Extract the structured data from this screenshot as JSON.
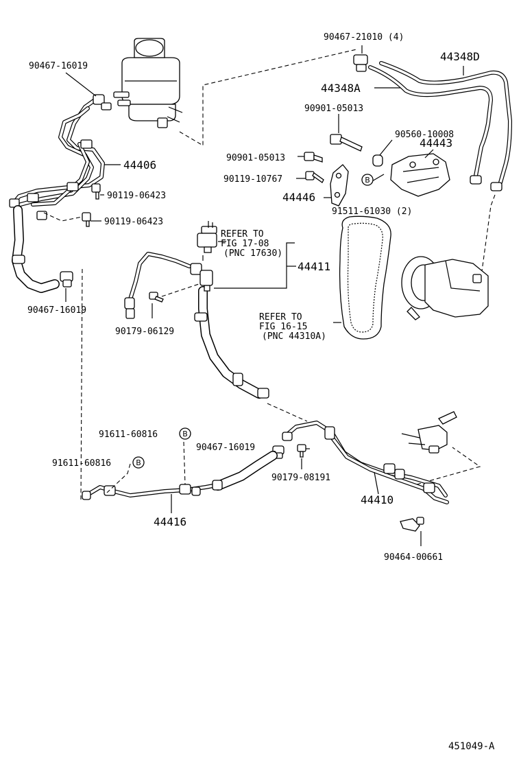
{
  "diagram": {
    "labels": {
      "clamp_21010": "90467-21010 (4)",
      "hose_44348D": "44348D",
      "hose_44348A": "44348A",
      "bolt_05013_a": "90901-05013",
      "washer_10008": "90560-10008",
      "bracket_44443": "44443",
      "bolt_05013_b": "90901-05013",
      "bolt_10767": "90119-10767",
      "bracket_44446": "44446",
      "bolt_61030": "91511-61030 (2)",
      "clamp_16019_top": "90467-16019",
      "tube_44406": "44406",
      "bolt_06423_a": "90119-06423",
      "bolt_06423_b": "90119-06423",
      "clamp_16019_left": "90467-16019",
      "refer_17_line1": "REFER TO",
      "refer_17_line2": "FIG 17-08",
      "refer_17_line3": "(PNC 17630)",
      "hose_44411": "44411",
      "bolt_06129": "90179-06129",
      "refer_16_line1": "REFER TO",
      "refer_16_line2": "FIG 16-15",
      "refer_16_line3": "(PNC 44310A)",
      "bolt_60816_a": "91611-60816",
      "bolt_60816_b": "91611-60816",
      "clamp_16019_mid": "90467-16019",
      "bolt_08191": "90179-08191",
      "hose_44410": "44410",
      "tube_44416": "44416",
      "clamp_00661": "90464-00661",
      "circle_b": "B",
      "figure_code": "451049-A"
    }
  }
}
